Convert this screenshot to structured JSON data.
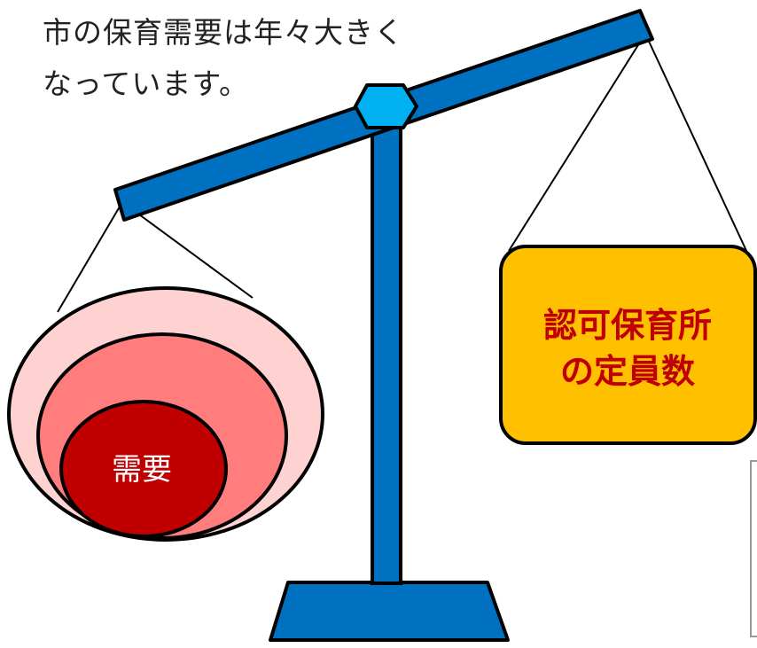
{
  "caption": {
    "line1": "市の保育需要は年々大きく",
    "line2": "なっています。"
  },
  "left_pan": {
    "label": "需要"
  },
  "right_pan": {
    "line1": "認可保育所",
    "line2": "の定員数"
  },
  "colors": {
    "beam": "#0070c0",
    "pivot": "#00b0f0",
    "demand_outer": "#ffd2d2",
    "demand_middle": "#ff7d7d",
    "demand_inner": "#c00000",
    "capacity_box": "#ffc000",
    "capacity_text": "#c00000"
  }
}
